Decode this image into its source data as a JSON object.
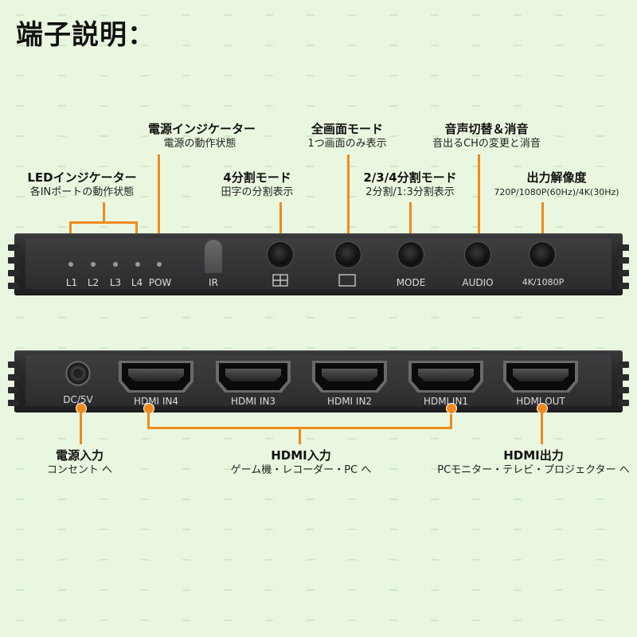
{
  "title": "端子説明：",
  "callouts": {
    "led": {
      "main": "LEDインジケーター",
      "sub": "各INポートの動作状態"
    },
    "power": {
      "main": "電源インジケーター",
      "sub": "電源の動作状態"
    },
    "quad": {
      "main": "4分割モード",
      "sub": "田字の分割表示"
    },
    "full": {
      "main": "全画面モード",
      "sub": "1つ画面のみ表示"
    },
    "multi": {
      "main": "2/3/4分割モード",
      "sub": "2分割/1:3分割表示"
    },
    "audio": {
      "main": "音声切替＆消音",
      "sub": "音出るCHの変更と消音"
    },
    "resolution": {
      "main": "出力解像度",
      "sub": "720P/1080P(60Hz)/4K(30Hz)"
    },
    "dc": {
      "main": "電源入力",
      "sub": "コンセント へ"
    },
    "hdmi_in": {
      "main": "HDMI入力",
      "sub": "ゲーム機・レコーダー・PC へ"
    },
    "hdmi_out": {
      "main": "HDMI出力",
      "sub": "PCモニター・テレビ・プロジェクター へ"
    }
  },
  "front_panel": {
    "leds": [
      "L1",
      "L2",
      "L3",
      "L4",
      "POW"
    ],
    "ir": "IR",
    "buttons": [
      {
        "name": "quad",
        "label": "",
        "icon": "quad-split-icon"
      },
      {
        "name": "full",
        "label": "",
        "icon": "fullscreen-icon"
      },
      {
        "name": "mode",
        "label": "MODE"
      },
      {
        "name": "audio",
        "label": "AUDIO"
      },
      {
        "name": "resolution",
        "label": "4K/1080P"
      }
    ]
  },
  "rear_panel": {
    "dc": "DC/5V",
    "ports": [
      "HDMI IN4",
      "HDMI IN3",
      "HDMI IN2",
      "HDMI IN1",
      "HDMI OUT"
    ]
  },
  "colors": {
    "accent": "#f08a1c",
    "background": "#eaf7e0",
    "device": "#2a2a2c"
  }
}
